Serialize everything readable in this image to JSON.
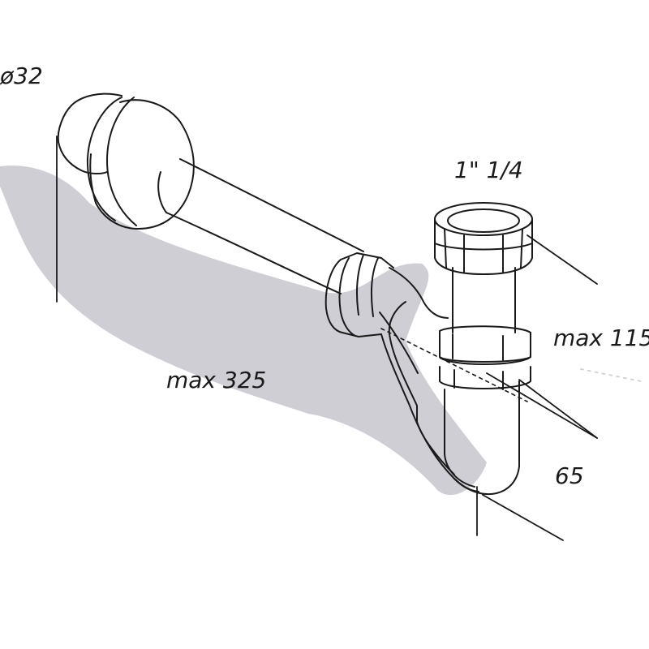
{
  "dimensions": {
    "diameter": "ø32",
    "thread": "1\" 1/4",
    "max_height": "max 115",
    "max_length": "max 325",
    "trap_depth": "65"
  },
  "colors": {
    "line": "#1a1a1a",
    "shadow": "#c9c9cf",
    "background": "#ffffff"
  }
}
